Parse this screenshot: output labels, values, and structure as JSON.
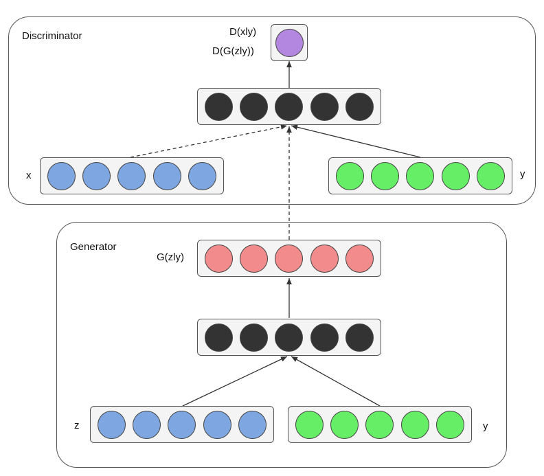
{
  "discriminator": {
    "title": "Discriminator",
    "output_label_real": "D(xly)",
    "output_label_fake": "D(G(zly))",
    "input_x_label": "x",
    "input_y_label": "y"
  },
  "generator": {
    "title": "Generator",
    "output_label": "G(zly)",
    "input_z_label": "z",
    "input_y_label": "y"
  },
  "colors": {
    "x_node": "#7ea6e0",
    "y_node": "#66ee66",
    "hidden_node": "#333333",
    "generated_node": "#f28b8b",
    "output_node": "#b386e0",
    "z_node": "#7ea6e0"
  },
  "nodes_per_layer": 5
}
